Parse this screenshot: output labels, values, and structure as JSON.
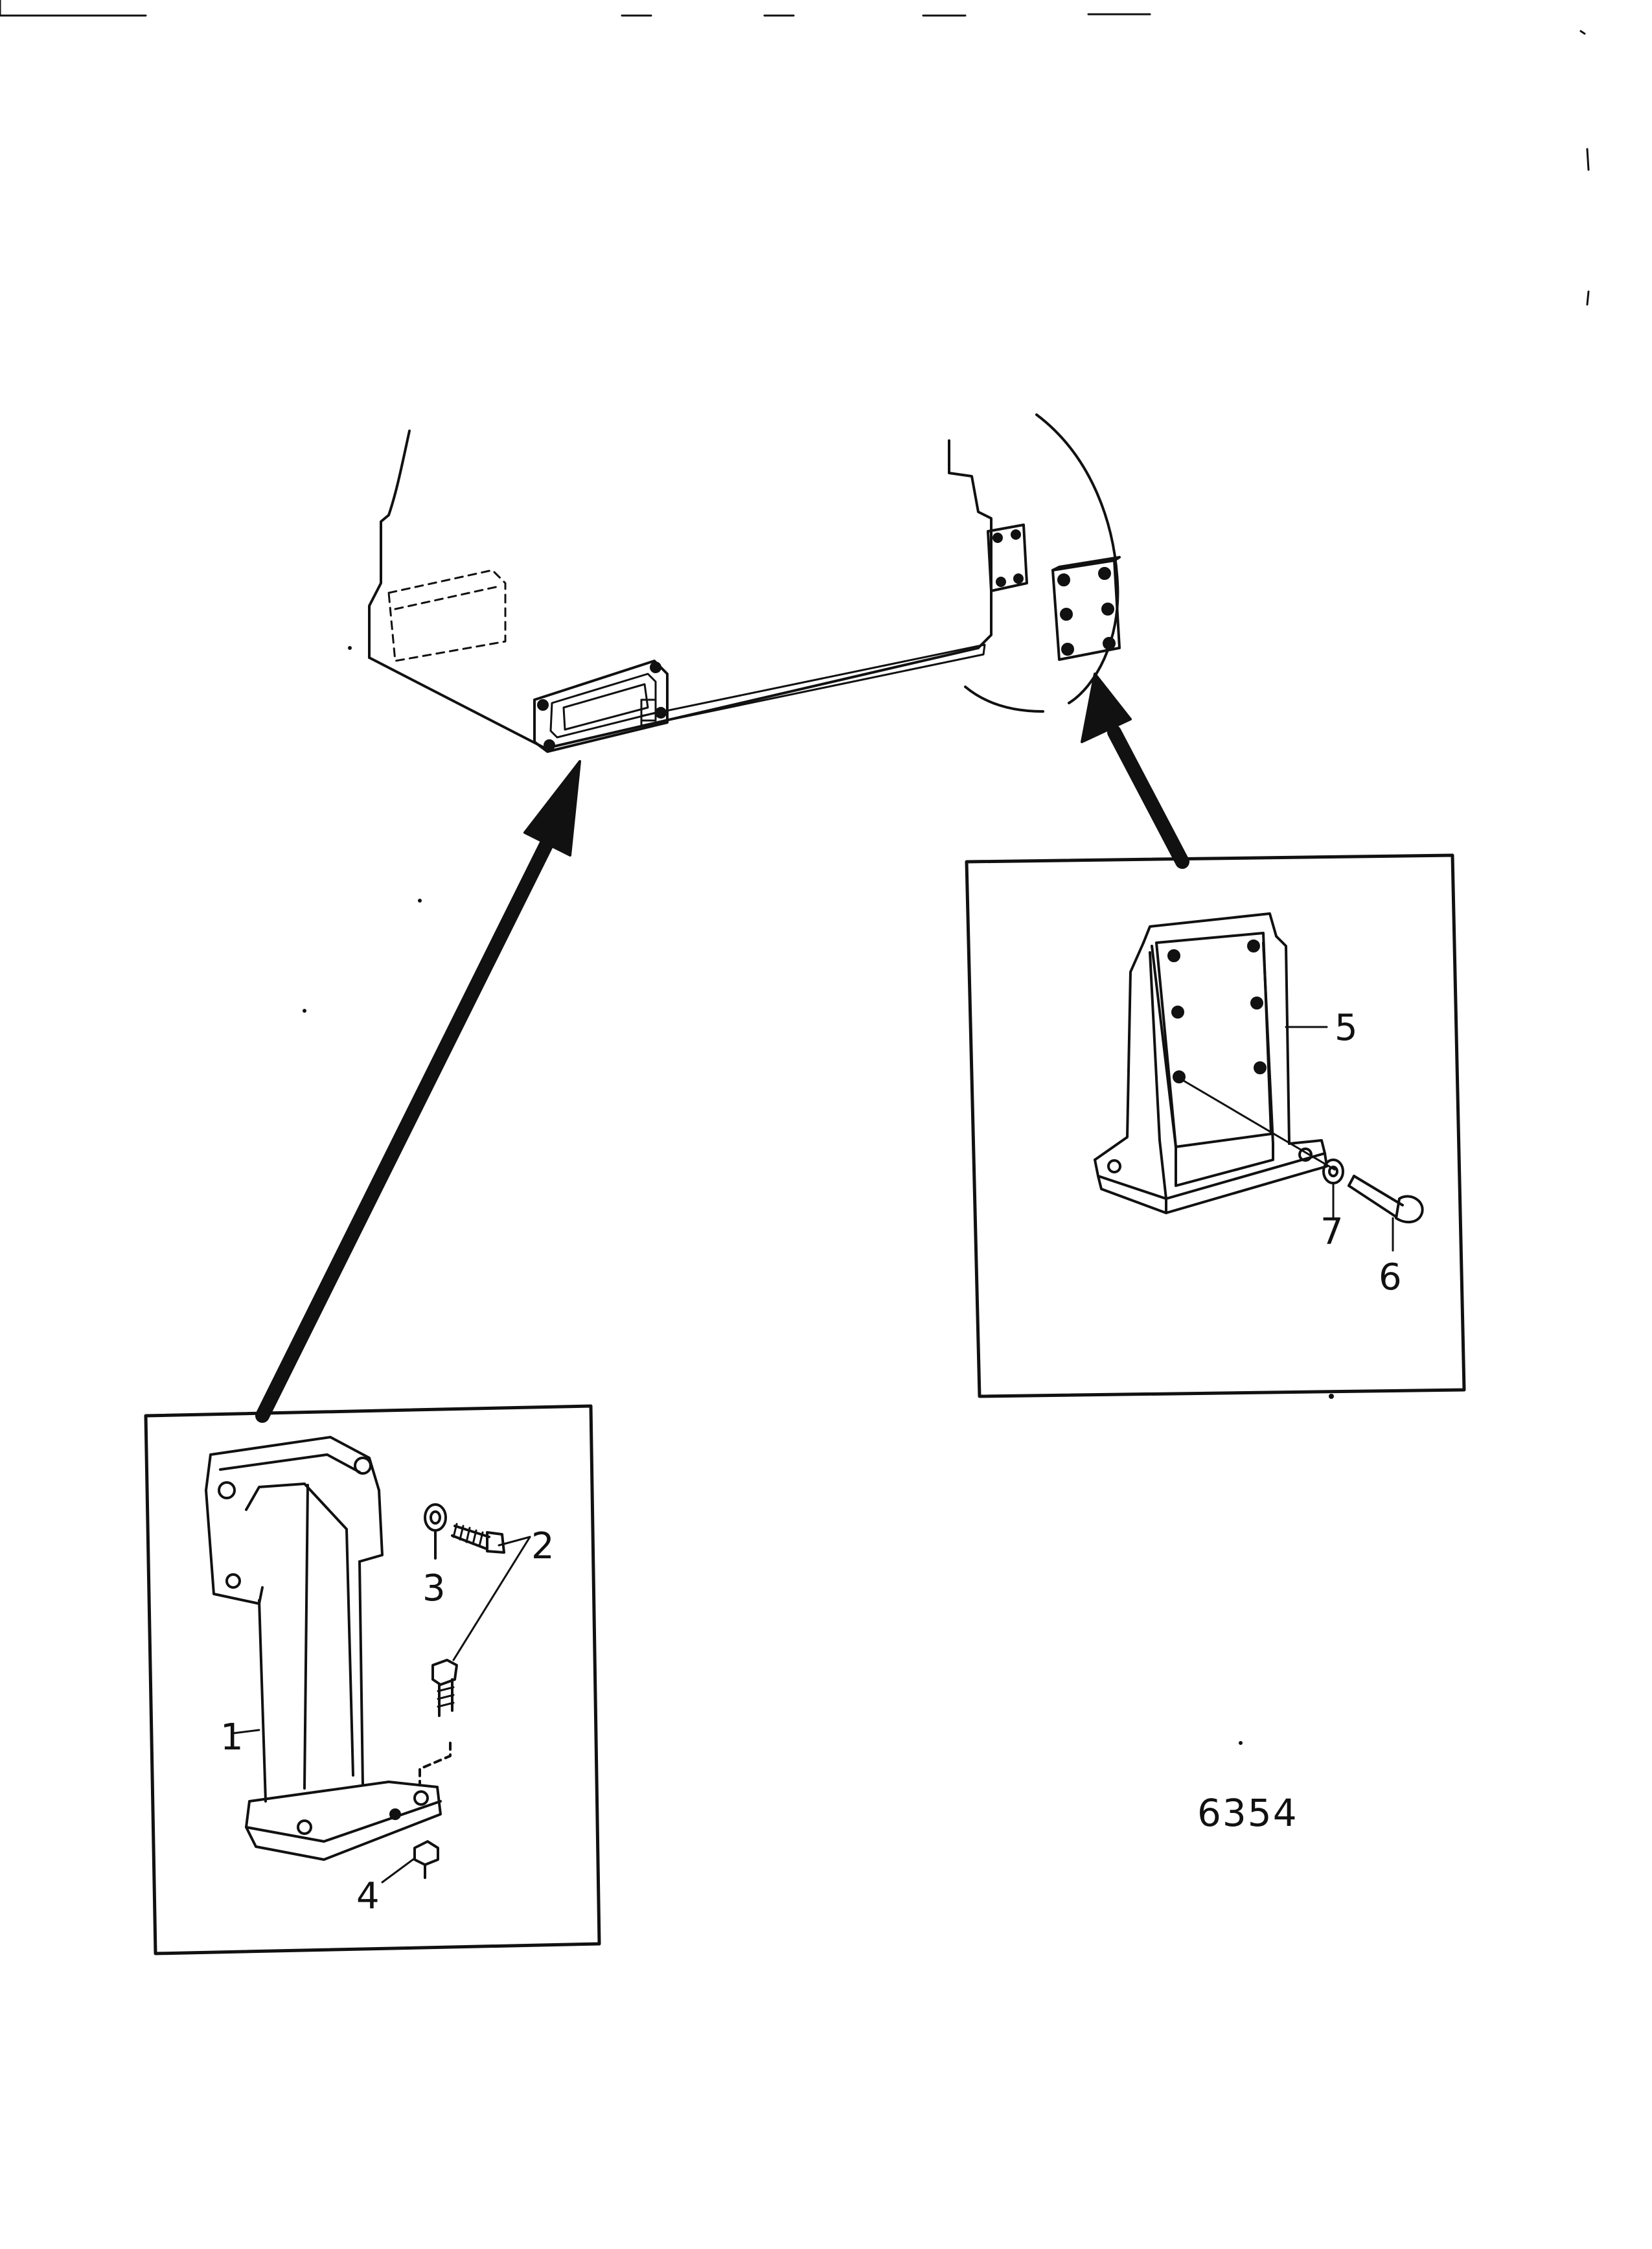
{
  "diagram": {
    "figure_number": "6354",
    "callouts": {
      "item_1": "1",
      "item_2": "2",
      "item_3": "3",
      "item_4": "4",
      "item_5": "5",
      "item_6": "6",
      "item_7": "7"
    }
  },
  "colors": {
    "ink": "#111111",
    "paper": "#ffffff"
  }
}
